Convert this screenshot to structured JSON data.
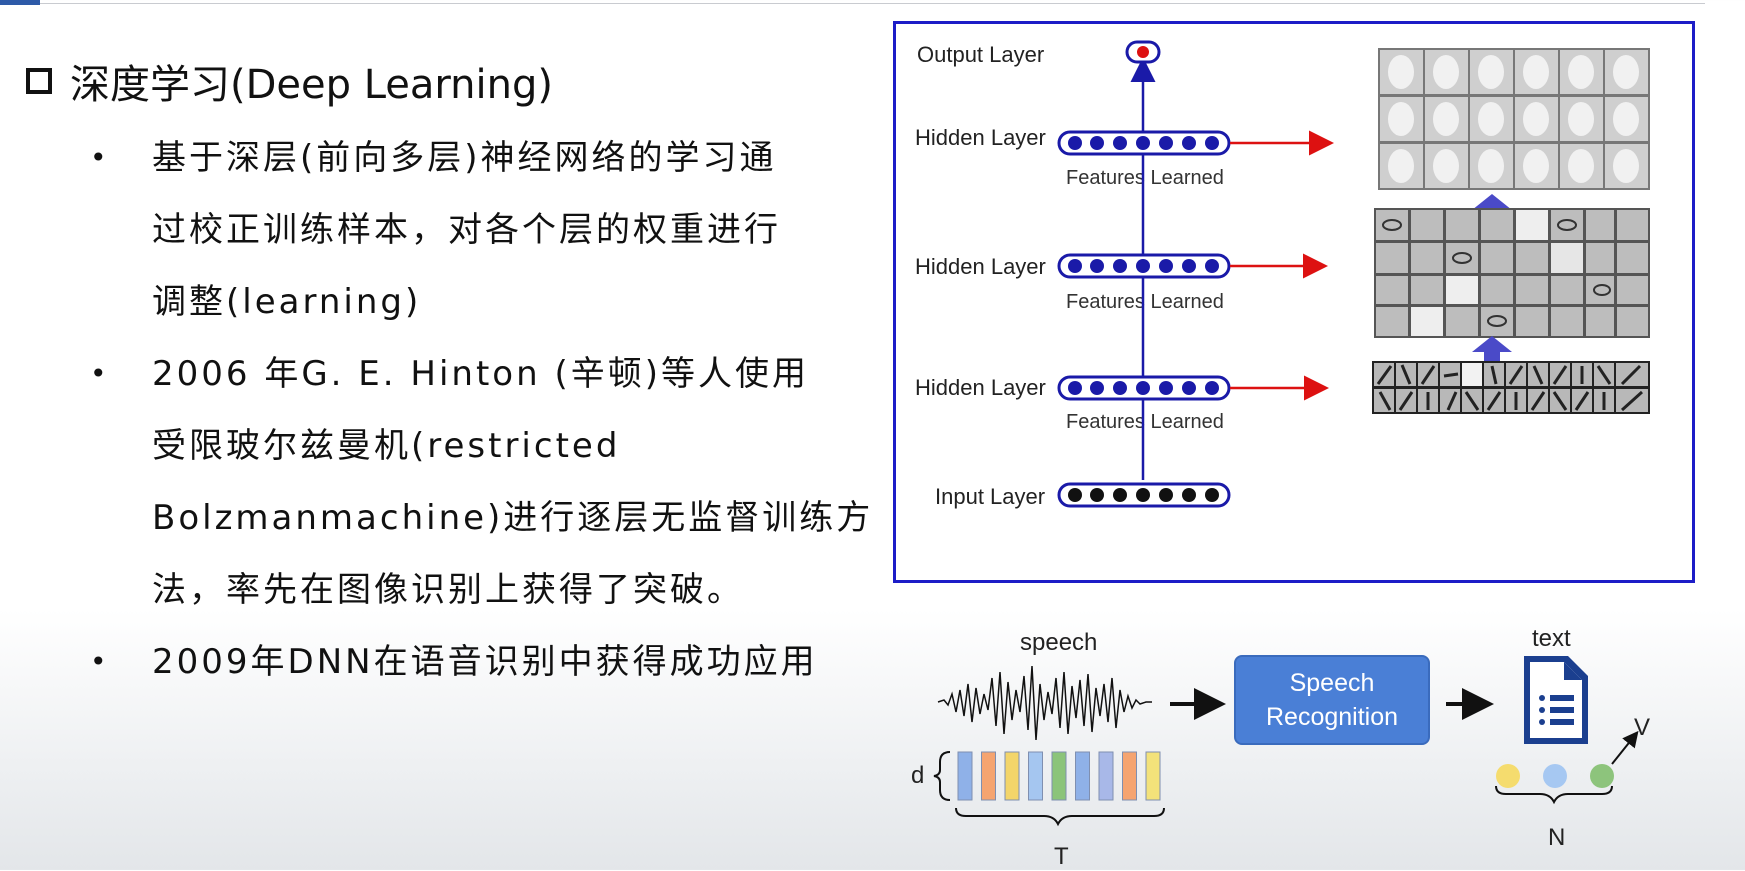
{
  "slide": {
    "title": "深度学习(Deep Learning)",
    "bullets": [
      {
        "lines": [
          "基于深层(前向多层)神经网络的学习通",
          "过校正训练样本，对各个层的权重进行",
          "调整(learning)"
        ]
      },
      {
        "lines": [
          "2006 年G. E. Hinton (辛顿)等人使用",
          "受限玻尔兹曼机(restricted",
          "Bolzmanmachine)进行逐层无监督训练方",
          "法，率先在图像识别上获得了突破。"
        ]
      },
      {
        "lines": [
          "2009年DNN在语音识别中获得成功应用"
        ]
      }
    ]
  },
  "network_diagram": {
    "layers": {
      "output": "Output Layer",
      "hidden": "Hidden Layer",
      "input": "Input Layer"
    },
    "features_label": "Features Learned",
    "colors": {
      "border": "#1d1dc7",
      "node": "#1a1aa8",
      "output_node": "#dd1111",
      "arrow_red": "#dd1111",
      "arrow_up": "#4a4ac8"
    }
  },
  "speech_diagram": {
    "speech_label": "speech",
    "box_lines": [
      "Speech",
      "Recognition"
    ],
    "text_label": "text",
    "d_label": "d",
    "t_label": "T",
    "n_label": "N",
    "v_label": "V",
    "frame_colors": [
      "#8fb1e8",
      "#f5a470",
      "#f3d56a",
      "#a5c6f0",
      "#8bc47a",
      "#8fb1e8",
      "#a8b8e8",
      "#f5a470",
      "#f3e27a"
    ],
    "dot_colors": [
      "#f5dc6e",
      "#a6c8f2",
      "#8dc47c"
    ]
  }
}
